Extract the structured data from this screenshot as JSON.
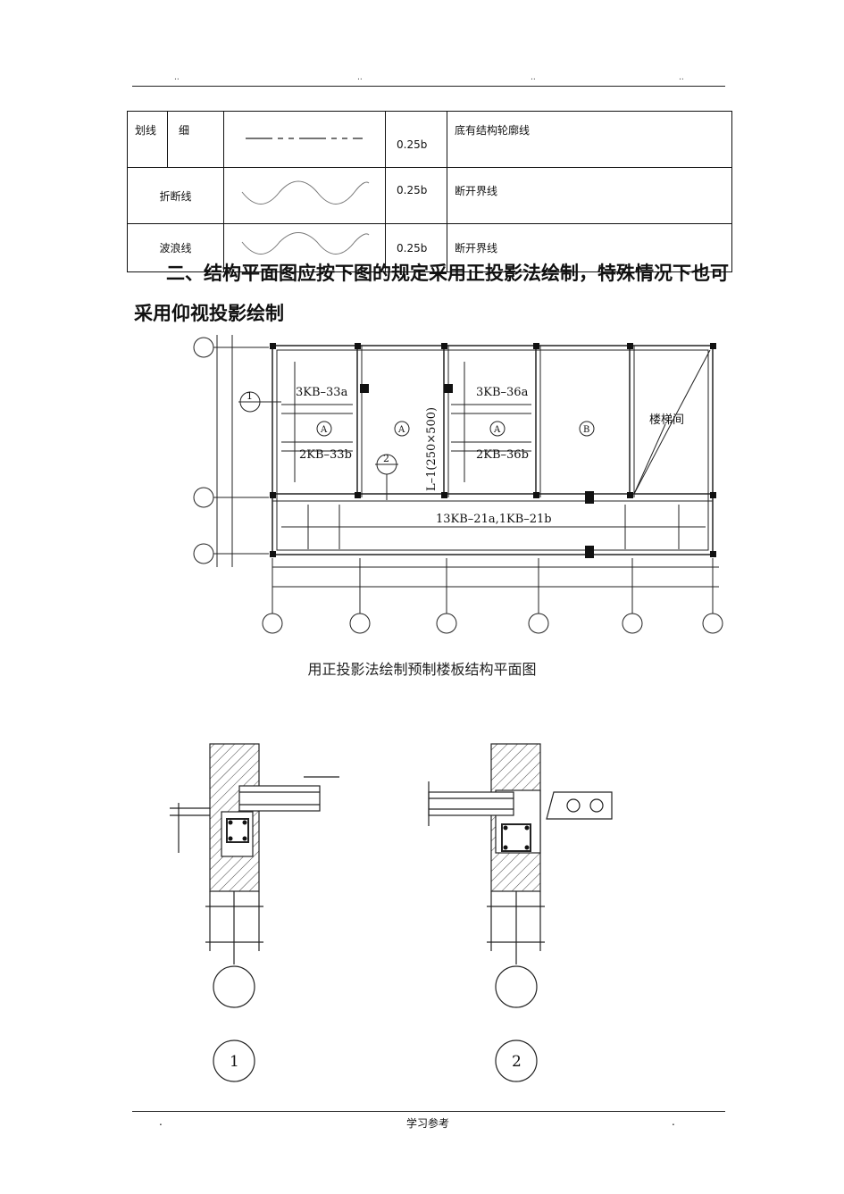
{
  "header": {
    "marks": [
      "..",
      "..",
      "..",
      ".."
    ]
  },
  "table": {
    "rows": [
      {
        "name": "划线",
        "width_label": "细",
        "thickness": "0.25b",
        "usage": "底有结构轮廓线"
      },
      {
        "name": "折断线",
        "width_label": "",
        "thickness": "0.25b",
        "usage": "断开界线"
      },
      {
        "name": "波浪线",
        "width_label": "",
        "thickness": "0.25b",
        "usage": "断开界线"
      }
    ]
  },
  "paragraph": "二、结构平面图应按下图的规定采用正投影法绘制，特殊情况下也可采用仰视投影绘制",
  "plan": {
    "labels": {
      "slab_a_top": "3KB–33a",
      "slab_a_bottom": "2KB–33b",
      "slab_b_top": "3KB–36a",
      "slab_b_bottom": "2KB–36b",
      "beam": "L–1(250×500)",
      "bottom_strip": "13KB–21a,1KB–21b",
      "stair": "楼梯间",
      "room_a": "A",
      "room_b": "B",
      "section_1": "1",
      "section_2": "2"
    }
  },
  "caption": "用正投影法绘制预制楼板结构平面图",
  "details": {
    "detail_1": "1",
    "detail_2": "2"
  },
  "footer": {
    "center": "学习参考",
    "left": ".",
    "right": "."
  }
}
